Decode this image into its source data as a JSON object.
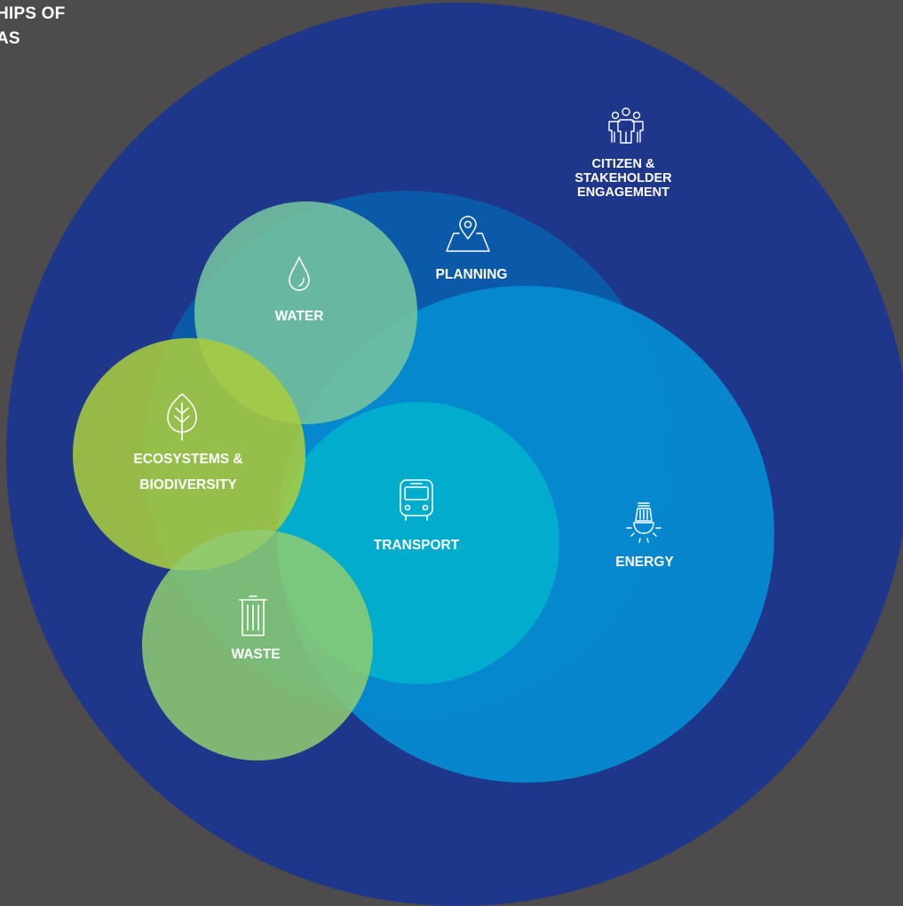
{
  "title_fragment": [
    "HIPS OF",
    "AS"
  ],
  "areas": {
    "citizen": {
      "lines": [
        "CITIZEN &",
        "STAKEHOLDER",
        "ENGAGEMENT"
      ],
      "icon": "people-group-icon",
      "color": "#1f378b"
    },
    "planning": {
      "label": "PLANNING",
      "icon": "map-pin-icon",
      "color": "#0a5aa9"
    },
    "energy": {
      "label": "ENERGY",
      "icon": "light-bulb-icon",
      "color": "#0585cb"
    },
    "transport": {
      "label": "TRANSPORT",
      "icon": "bus-icon",
      "color": "#02aac9"
    },
    "water": {
      "label": "WATER",
      "icon": "water-drop-icon",
      "color": "#6ab99a"
    },
    "ecosystems": {
      "lines": [
        "ECOSYSTEMS &",
        "BIODIVERSITY"
      ],
      "icon": "leaf-icon",
      "color": "#9cc44a"
    },
    "waste": {
      "label": "WASTE",
      "icon": "trash-bin-icon",
      "color": "#82c372"
    }
  }
}
